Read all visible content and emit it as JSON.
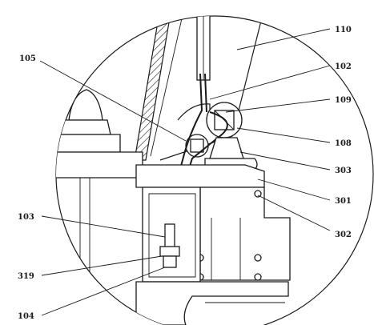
{
  "callouts": [
    {
      "id": "110",
      "text": "110"
    },
    {
      "id": "105",
      "text": "105"
    },
    {
      "id": "102",
      "text": "102"
    },
    {
      "id": "109",
      "text": "109"
    },
    {
      "id": "108",
      "text": "108"
    },
    {
      "id": "303",
      "text": "303"
    },
    {
      "id": "301",
      "text": "301"
    },
    {
      "id": "302",
      "text": "302"
    },
    {
      "id": "103",
      "text": "103"
    },
    {
      "id": "319",
      "text": "319"
    },
    {
      "id": "104",
      "text": "104"
    }
  ],
  "colors": {
    "ink": "#1a1a1a",
    "paper": "#ffffff"
  }
}
